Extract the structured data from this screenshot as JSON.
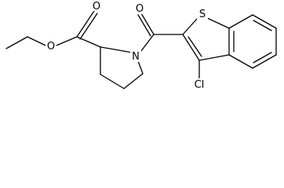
{
  "molecule": {
    "atoms": {
      "O1": "O",
      "O2": "O",
      "N": "N",
      "O3": "O",
      "S": "S",
      "Cl": "Cl"
    },
    "colors": {
      "line": "#000000",
      "background": "#ffffff"
    }
  }
}
